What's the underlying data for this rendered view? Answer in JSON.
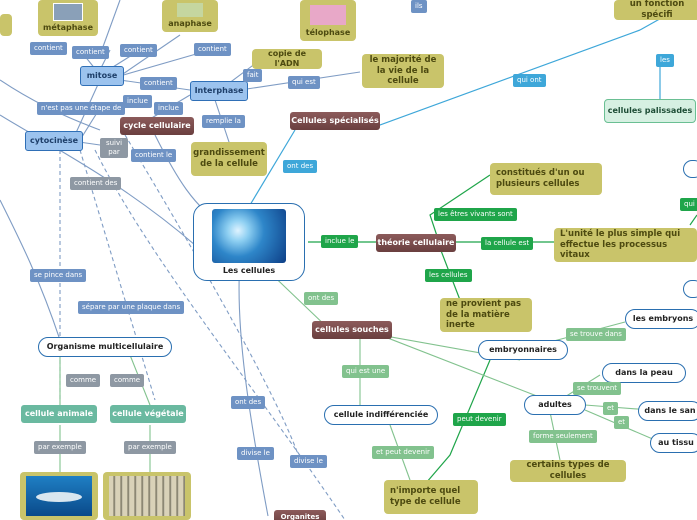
{
  "nodes": {
    "metaphase": "métaphase",
    "anaphase": "anaphase",
    "telophase": "télophase",
    "mitose": "mitose",
    "interphase": "Interphase",
    "cytocinese": "cytocinèse",
    "cycle": "cycle cellulaire",
    "adn": "copie de l'ADN",
    "majorite": "le majorité de la vie de la cellule",
    "grandissement": "grandissement de la cellule",
    "specialises": "Cellules spécialisés",
    "fonction": "un fonction spécifi",
    "palissades": "cellules palissades",
    "cellules": "Les cellules",
    "theorie": "théorie cellulaire",
    "constitues": "constitués d'un ou plusieurs cellules",
    "unite": "L'unité le plus simple qui effectue les processus vitaux",
    "matiere": "ne provient pas de la matière inerte",
    "souches": "cellules souches",
    "embryonnaires": "embryonnaires",
    "embryons": "les embryons",
    "indiff": "cellule indifférenciée",
    "adultes": "adultes",
    "peau": "dans la peau",
    "sang": "dans le san",
    "tissu": "au tissu",
    "certains": "certains types de cellules",
    "nimporte": "n'importe quel type de cellule",
    "multi": "Organisme multicellulaire",
    "animale": "cellule animale",
    "vegetale": "cellule végétale",
    "organites": "Organites"
  },
  "labels": {
    "contient1": "contient",
    "contient2": "contient",
    "contient3": "contient",
    "contient4": "contient",
    "contient5": "contient",
    "fait": "fait",
    "quiest": "qui est",
    "inclue1": "inclue",
    "inclue2": "inclue",
    "pasetape": "n'est pas une étape de",
    "remplie": "remplie la",
    "suivipar": "suivi par",
    "contientle": "contient le",
    "contientdes": "contient des",
    "sepince": "se pince dans",
    "separe": "sépare par une plaque dans",
    "ontdes1": "ont des",
    "inclue3": "inclue le",
    "quiont": "qui ont",
    "les": "les",
    "lesetres": "les êtres vivants sont",
    "lacellule": "la cellule est",
    "lescellules": "les cellules",
    "qui": "qui",
    "ontdes2": "ont des",
    "setrouve": "se trouve dans",
    "setrouvent": "se trouvent",
    "et1": "et",
    "et2": "et",
    "quiestune": "qui est une",
    "peutdevenir": "peut devenir",
    "formeseulement": "forme seulement",
    "etpeut": "et peut devenir",
    "comme1": "comme",
    "comme2": "comme",
    "parexemple1": "par exemple",
    "parexemple2": "par exemple",
    "ontdes3": "ont des",
    "divise1": "divise le",
    "divise2": "divise le",
    "ils": "ils"
  }
}
